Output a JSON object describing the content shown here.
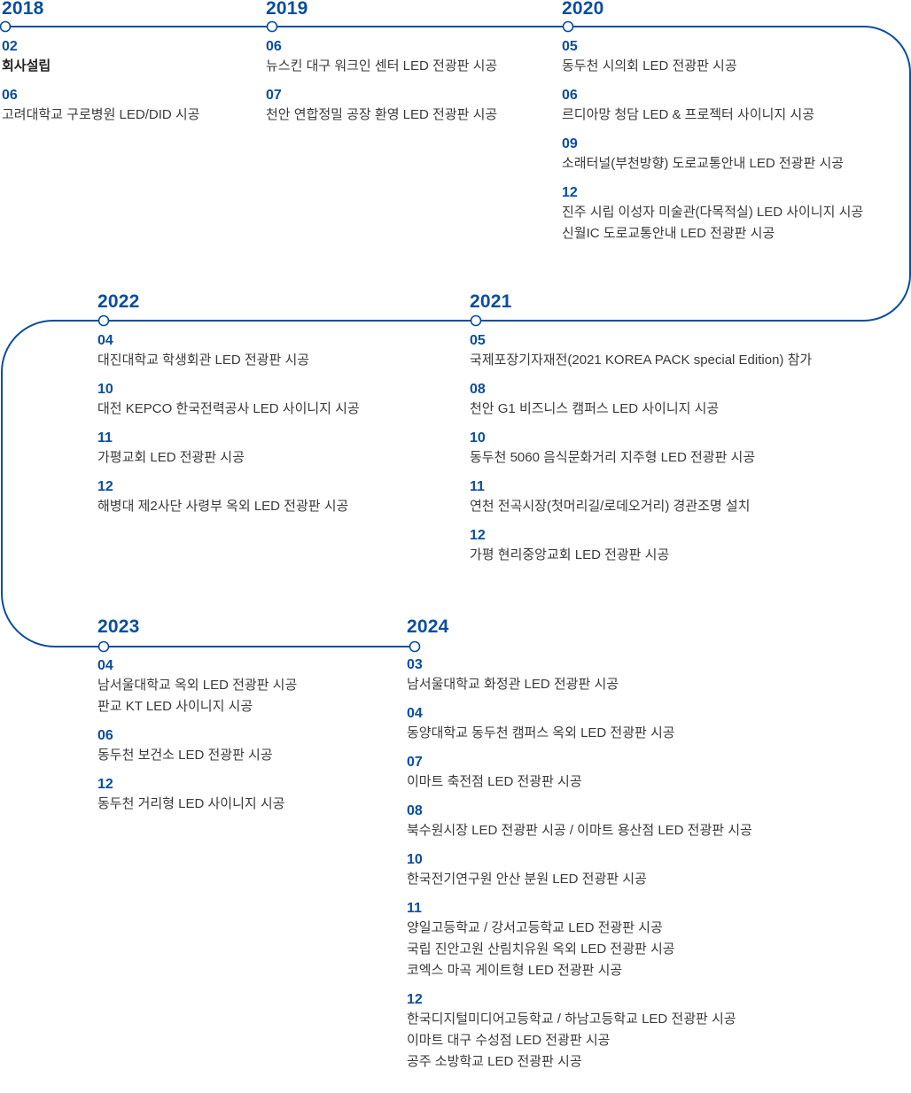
{
  "years": [
    {
      "year": "2018",
      "entries": [
        {
          "month": "02",
          "lines": [
            "회사설립"
          ],
          "bold": true
        },
        {
          "month": "06",
          "lines": [
            "고려대학교 구로병원 LED/DID 시공"
          ]
        }
      ]
    },
    {
      "year": "2019",
      "entries": [
        {
          "month": "06",
          "lines": [
            "뉴스킨 대구 워크인 센터 LED 전광판 시공"
          ]
        },
        {
          "month": "07",
          "lines": [
            "천안 연합정밀 공장 환영 LED 전광판 시공"
          ]
        }
      ]
    },
    {
      "year": "2020",
      "entries": [
        {
          "month": "05",
          "lines": [
            "동두천 시의회 LED 전광판 시공"
          ]
        },
        {
          "month": "06",
          "lines": [
            "르디아망 청담 LED & 프로젝터 사이니지 시공"
          ]
        },
        {
          "month": "09",
          "lines": [
            "소래터널(부천방향) 도로교통안내 LED 전광판 시공"
          ]
        },
        {
          "month": "12",
          "lines": [
            "진주 시립 이성자 미술관(다목적실) LED 사이니지 시공",
            "신월IC 도로교통안내 LED 전광판 시공"
          ]
        }
      ]
    },
    {
      "year": "2021",
      "entries": [
        {
          "month": "05",
          "lines": [
            "국제포장기자재전(2021 KOREA PACK special Edition) 참가"
          ]
        },
        {
          "month": "08",
          "lines": [
            "천안 G1 비즈니스 캠퍼스 LED 사이니지 시공"
          ]
        },
        {
          "month": "10",
          "lines": [
            "동두천 5060 음식문화거리 지주형 LED 전광판 시공"
          ]
        },
        {
          "month": "11",
          "lines": [
            "연천 전곡시장(첫머리길/로데오거리) 경관조명 설치"
          ]
        },
        {
          "month": "12",
          "lines": [
            "가평 현리중앙교회 LED 전광판 시공"
          ]
        }
      ]
    },
    {
      "year": "2022",
      "entries": [
        {
          "month": "04",
          "lines": [
            "대진대학교 학생회관 LED 전광판 시공"
          ]
        },
        {
          "month": "10",
          "lines": [
            "대전 KEPCO 한국전력공사 LED 사이니지 시공"
          ]
        },
        {
          "month": "11",
          "lines": [
            "가평교회 LED 전광판 시공"
          ]
        },
        {
          "month": "12",
          "lines": [
            "해병대 제2사단 사령부 옥외 LED 전광판 시공"
          ]
        }
      ]
    },
    {
      "year": "2023",
      "entries": [
        {
          "month": "04",
          "lines": [
            "남서울대학교 옥외 LED 전광판 시공",
            "판교 KT LED 사이니지 시공"
          ]
        },
        {
          "month": "06",
          "lines": [
            "동두천 보건소 LED 전광판 시공"
          ]
        },
        {
          "month": "12",
          "lines": [
            "동두천 거리형 LED 사이니지 시공"
          ]
        }
      ]
    },
    {
      "year": "2024",
      "entries": [
        {
          "month": "03",
          "lines": [
            "남서울대학교 화정관 LED 전광판 시공"
          ]
        },
        {
          "month": "04",
          "lines": [
            "동양대학교 동두천 캠퍼스 옥외 LED 전광판 시공"
          ]
        },
        {
          "month": "07",
          "lines": [
            "이마트 축전점 LED 전광판 시공"
          ]
        },
        {
          "month": "08",
          "lines": [
            "북수원시장 LED 전광판 시공 / 이마트 용산점 LED 전광판 시공"
          ]
        },
        {
          "month": "10",
          "lines": [
            "한국전기연구원 안산 분원 LED 전광판 시공"
          ]
        },
        {
          "month": "11",
          "lines": [
            "양일고등학교 / 강서고등학교 LED 전광판 시공",
            "국립 진안고원 산림치유원 옥외 LED 전광판 시공",
            "코엑스 마곡 게이트형 LED 전광판 시공"
          ]
        },
        {
          "month": "12",
          "lines": [
            "한국디지털미디어고등학교 / 하남고등학교 LED 전광판 시공",
            "이마트 대구 수성점 LED 전광판 시공",
            "공주 소방학교 LED 전광판 시공"
          ]
        }
      ]
    }
  ],
  "colors": {
    "accent": "#0a4ea0",
    "text": "#3a3a3a"
  }
}
